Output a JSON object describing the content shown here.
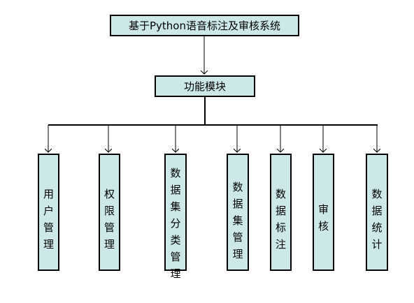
{
  "diagram": {
    "root": {
      "label": "基于Python语音标注及审核系统"
    },
    "module": {
      "label": "功能模块"
    },
    "leaves": [
      {
        "label": "用户管理"
      },
      {
        "label": "权限管理"
      },
      {
        "label": "数据集分类管理"
      },
      {
        "label": "数据集管理"
      },
      {
        "label": "数据标注"
      },
      {
        "label": "审核"
      },
      {
        "label": "数据统计"
      }
    ]
  }
}
